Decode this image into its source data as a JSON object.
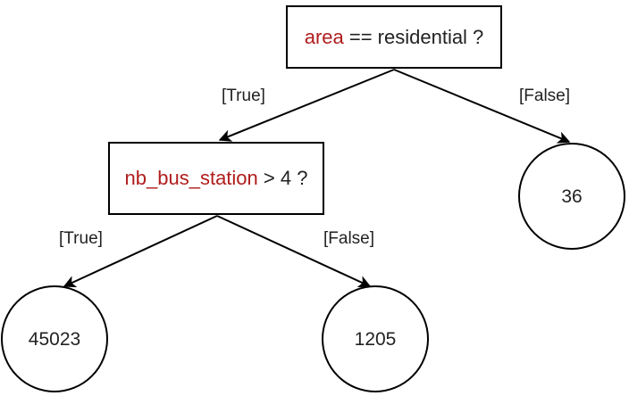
{
  "diagram": {
    "type": "decision-tree",
    "title": "",
    "colors": {
      "feature_text": "#b01c1c",
      "node_stroke": "#000000",
      "edge_stroke": "#000000",
      "text": "#222222",
      "background": "#ffffff"
    },
    "nodes": [
      {
        "id": "root",
        "shape": "rectangle",
        "feature": "area",
        "operator": "==",
        "value": "residential",
        "suffix": "?",
        "tail": " == residential ?"
      },
      {
        "id": "bus",
        "shape": "rectangle",
        "feature": "nb_bus_station",
        "operator": ">",
        "value": "4",
        "suffix": "?",
        "tail": " > 4 ?"
      },
      {
        "id": "leaf_36",
        "shape": "circle",
        "label": "36"
      },
      {
        "id": "leaf_45023",
        "shape": "circle",
        "label": "45023"
      },
      {
        "id": "leaf_1205",
        "shape": "circle",
        "label": "1205"
      }
    ],
    "edges": [
      {
        "from": "root",
        "to": "bus",
        "label": "[True]"
      },
      {
        "from": "root",
        "to": "leaf_36",
        "label": "[False]"
      },
      {
        "from": "bus",
        "to": "leaf_45023",
        "label": "[True]"
      },
      {
        "from": "bus",
        "to": "leaf_1205",
        "label": "[False]"
      }
    ],
    "labels": {
      "root_true": "[True]",
      "root_false": "[False]",
      "bus_true": "[True]",
      "bus_false": "[False]"
    }
  }
}
